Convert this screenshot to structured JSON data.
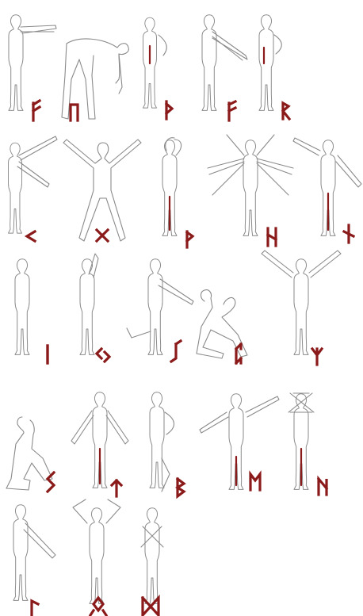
{
  "colors": {
    "background": "#ffffff",
    "figure_outline": "#8a8a8a",
    "rune": "#8b1a1a"
  },
  "runes": [
    {
      "id": "fehu",
      "icon": "fehu-rune-icon",
      "pose": "arms-forward-raised"
    },
    {
      "id": "uruz",
      "icon": "uruz-rune-icon",
      "pose": "bent-forward-touching-ground"
    },
    {
      "id": "thurisaz",
      "icon": "thurisaz-rune-icon",
      "pose": "hand-on-hip"
    },
    {
      "id": "ansuz",
      "icon": "ansuz-rune-icon",
      "pose": "arms-angled-down"
    },
    {
      "id": "raidho",
      "icon": "raidho-rune-icon",
      "pose": "hand-on-hip-step"
    },
    {
      "id": "kenaz",
      "icon": "kenaz-rune-icon",
      "pose": "arms-v-forward"
    },
    {
      "id": "gebo",
      "icon": "gebo-rune-icon",
      "pose": "star-x"
    },
    {
      "id": "wunjo",
      "icon": "wunjo-rune-icon",
      "pose": "hand-on-head"
    },
    {
      "id": "hagalaz",
      "icon": "hagalaz-rune-icon",
      "pose": "arms-sweeping"
    },
    {
      "id": "nauthiz",
      "icon": "nauthiz-rune-icon",
      "pose": "arms-diagonal"
    },
    {
      "id": "isa",
      "icon": "isa-rune-icon",
      "pose": "standing-straight"
    },
    {
      "id": "jera",
      "icon": "jera-rune-icon",
      "pose": "arm-bent-up"
    },
    {
      "id": "eihwaz",
      "icon": "eihwaz-rune-icon",
      "pose": "one-leg-arm-forward"
    },
    {
      "id": "perthro",
      "icon": "perthro-rune-icon",
      "pose": "sitting-knees-up"
    },
    {
      "id": "algiz",
      "icon": "algiz-rune-icon",
      "pose": "arms-up-wide"
    },
    {
      "id": "sowilo",
      "icon": "sowilo-rune-icon",
      "pose": "squatting"
    },
    {
      "id": "tiwaz",
      "icon": "tiwaz-rune-icon",
      "pose": "arms-down-out"
    },
    {
      "id": "berkano",
      "icon": "berkano-rune-icon",
      "pose": "hand-on-hip-knee-bent"
    },
    {
      "id": "ehwaz",
      "icon": "ehwaz-rune-icon",
      "pose": "arms-tilted"
    },
    {
      "id": "mannaz",
      "icon": "mannaz-rune-icon",
      "pose": "arms-crossed-over-head"
    },
    {
      "id": "laguz",
      "icon": "laguz-rune-icon",
      "pose": "arm-forward-down"
    },
    {
      "id": "othala",
      "icon": "othala-rune-icon",
      "pose": "hands-on-head"
    },
    {
      "id": "dagaz",
      "icon": "dagaz-rune-icon",
      "pose": "arms-crossed-chest"
    }
  ]
}
